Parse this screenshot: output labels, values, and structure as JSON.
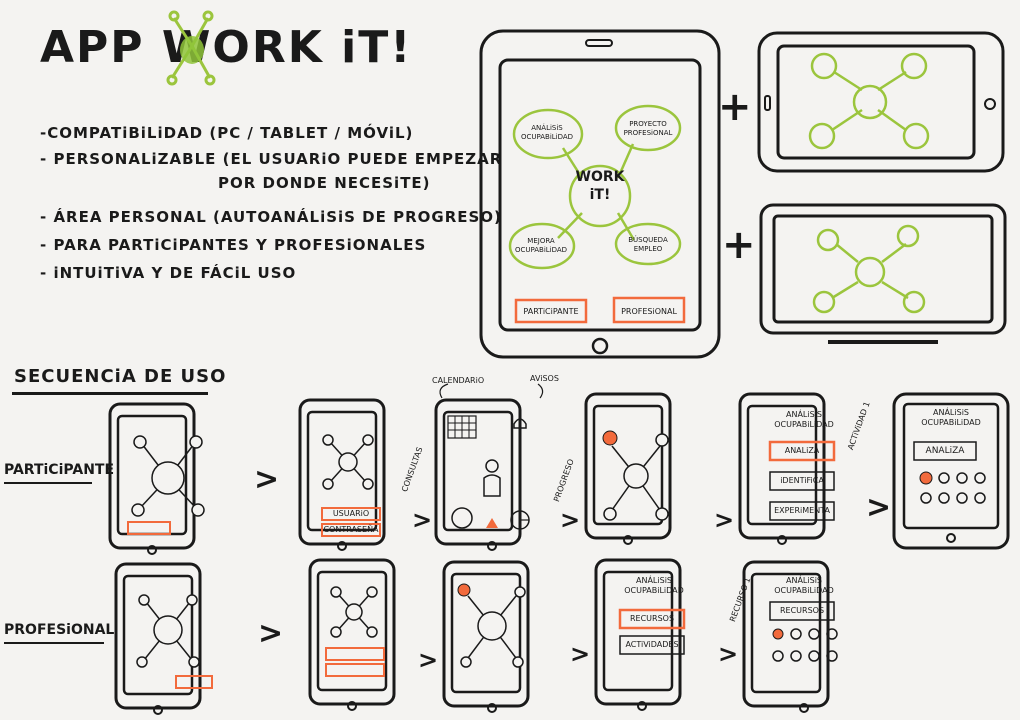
{
  "title": {
    "prefix": "APP ",
    "main": "WORK",
    "suffix": " iT!"
  },
  "features": [
    "-COMPATiBiLiDAD (PC / TABLET / MÓViL)",
    "- PERSONALiZABLE (EL USUARiO PUEDE EMPEZAR",
    "POR DONDE NECESiTE)",
    "- ÁREA PERSONAL (AUTOANÁLiSiS DE PROGRESO)",
    "- PARA PARTiCiPANTES Y PROFESiONALES",
    "- iNTUiTiVA Y DE FÁCiL USO"
  ],
  "tablet": {
    "center": [
      "WORK",
      "iT!"
    ],
    "nodes": {
      "tl": [
        "ANÁLiSiS",
        "OCUPABiLiDAD"
      ],
      "tr": [
        "PROYECTO",
        "PROFESiONAL"
      ],
      "bl": [
        "MEJORA",
        "OCUPABiLiDAD"
      ],
      "br": [
        "BÚSQUEDA",
        "EMPLEO"
      ]
    },
    "buttons": {
      "left": "PARTiCiPANTE",
      "right": "PROFESiONAL"
    }
  },
  "plus": "+",
  "section": "SECUENCiA DE USO",
  "rows": {
    "participante": "PARTiCiPANTE",
    "profesional": "PROFESiONAL"
  },
  "arrow": ">",
  "screens": {
    "usuario": "USUARiO",
    "contrasena": "CONTRASEÑA",
    "calendario": "CALENDARiO",
    "avisos": "AViSOS",
    "consultas": "CONSULTAS",
    "progreso": "PROGRESO",
    "analisis": [
      "ANÁLiSiS",
      "OCUPABiLiDAD"
    ],
    "analiza": "ANALiZA",
    "identifica": "iDENTiFiCA",
    "experimenta": "EXPERiMENTA",
    "actividad1": "ACTiViDAD 1",
    "recursos": "RECURSOS",
    "actividades": "ACTiViDADES",
    "recurso1": "RECURSO 1"
  },
  "colors": {
    "ink": "#1a1a1a",
    "green": "#9bc53d",
    "orange": "#f26a3c",
    "paper": "#f4f3f1"
  }
}
